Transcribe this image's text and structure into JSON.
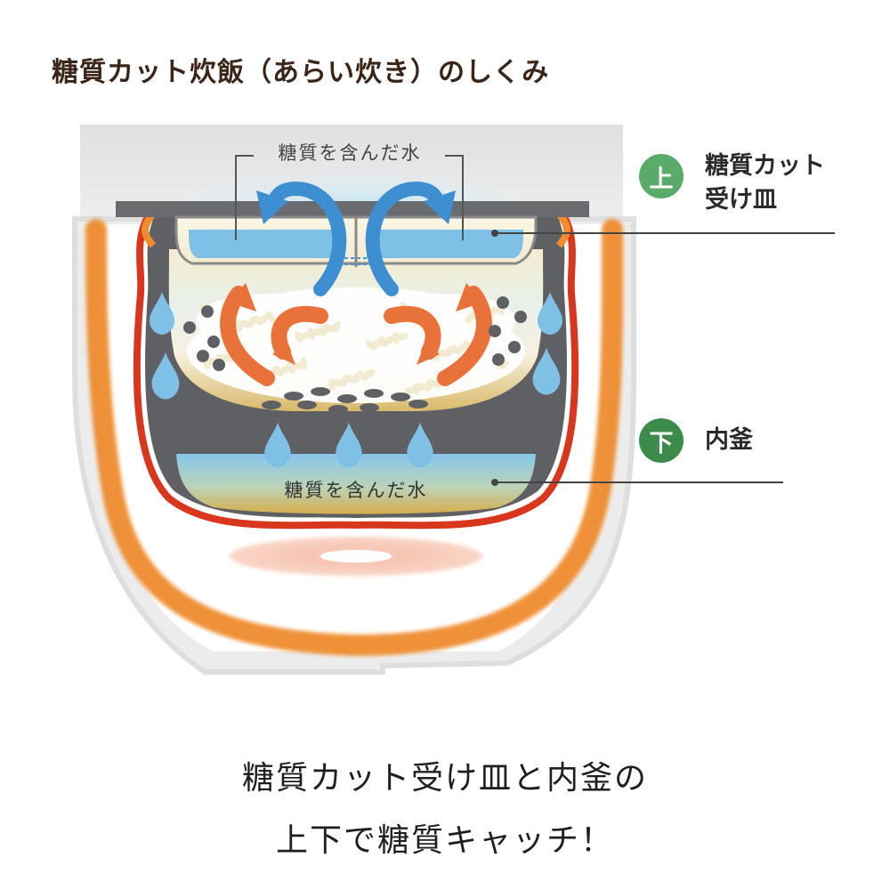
{
  "title": "糖質カット炊飯（あらい炊き）のしくみ",
  "top_water_label": "糖質を含んだ水",
  "bottom_water_label": "糖質を含んだ水",
  "labels": {
    "upper": {
      "badge": "上",
      "line1": "糖質カット",
      "line2": "受け皿",
      "color": "#5aaa6a"
    },
    "lower": {
      "badge": "下",
      "line1": "内釜",
      "color": "#3d8b4a"
    }
  },
  "caption": {
    "line1": "糖質カット受け皿と内釜の",
    "line2": "上下で糖質キャッチ！"
  },
  "colors": {
    "outer_body": "#e4e4e4",
    "heater": "#ef8c2e",
    "inner_pot": "#5f6063",
    "pot_rim": "#d9361e",
    "water_blue": "#7fc0e6",
    "arrow_blue": "#3d8fd1",
    "arrow_orange": "#e8723a",
    "rice": "#fffaf0",
    "starch": "#d9b96a"
  }
}
